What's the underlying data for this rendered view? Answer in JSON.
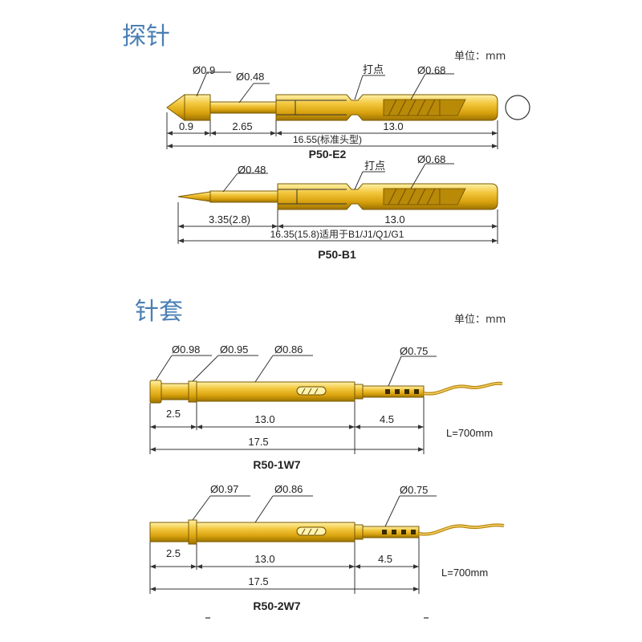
{
  "sections": {
    "probe": {
      "title": "探针",
      "unit": "单位：mm"
    },
    "sleeve": {
      "title": "针套",
      "unit": "单位：mm"
    }
  },
  "parts": {
    "p50e2": {
      "name": "P50-E2",
      "diameters": [
        "Ø0.9",
        "Ø0.48",
        "Ø0.68"
      ],
      "mark": "打点",
      "dims": {
        "head": "0.9",
        "shaft": "2.65",
        "barrel": "13.0",
        "total": "16.55(标准头型)"
      }
    },
    "p50b1": {
      "name": "P50-B1",
      "diameters": [
        "Ø0.48",
        "Ø0.68"
      ],
      "mark": "打点",
      "dims": {
        "tip": "3.35(2.8)",
        "barrel": "13.0",
        "total": "16.35(15.8)适用于B1/J1/Q1/G1"
      }
    },
    "r501w7": {
      "name": "R50-1W7",
      "diameters": [
        "Ø0.98",
        "Ø0.95",
        "Ø0.86",
        "Ø0.75"
      ],
      "dims": {
        "a": "2.5",
        "b": "13.0",
        "c": "4.5",
        "total": "17.5"
      },
      "wire": "L=700mm"
    },
    "r502w7": {
      "name": "R50-2W7",
      "diameters": [
        "Ø0.97",
        "Ø0.86",
        "Ø0.75"
      ],
      "dims": {
        "a": "2.5",
        "b": "13.0",
        "c": "4.5",
        "total": "17.5"
      },
      "wire": "L=700mm"
    }
  }
}
